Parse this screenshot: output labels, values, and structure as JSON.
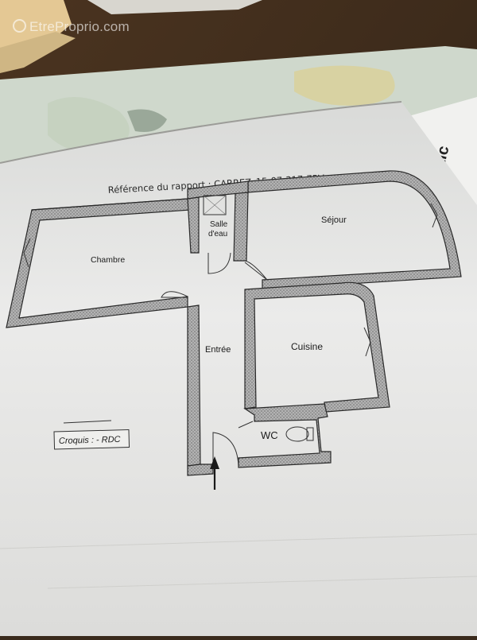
{
  "watermark": "EtreProprio.com",
  "report_reference": "Référence du rapport : CARREZ_15-07-317-75V",
  "side_document_text": "iostic",
  "sketch_label": "Croquis : - RDC",
  "rooms": {
    "bedroom": "Chambre",
    "shower_room_line1": "Salle",
    "shower_room_line2": "d'eau",
    "living_room": "Séjour",
    "hall": "Entrée",
    "kitchen": "Cuisine",
    "toilet": "WC"
  },
  "colors": {
    "table": "#3a2a1c",
    "paper": "#e9e9e7",
    "wall_fill": "#a8a8a8",
    "wall_outline": "#2a2a2a"
  }
}
